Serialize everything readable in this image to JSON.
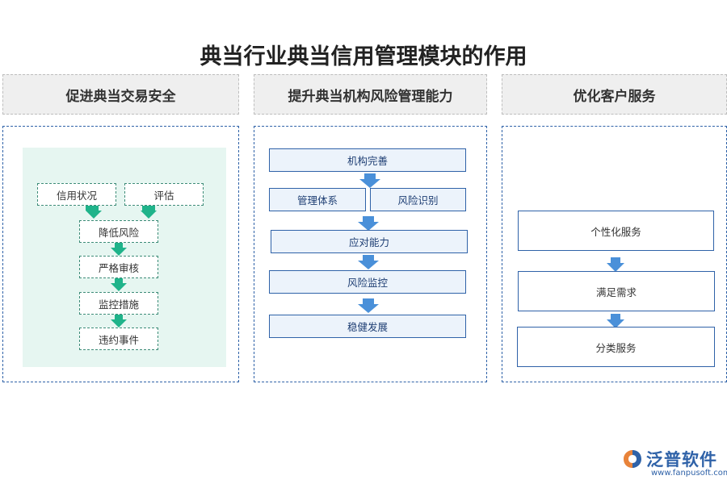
{
  "title": "典当行业典当信用管理模块的作用",
  "columns": [
    {
      "heading": "促进典当交易安全",
      "top_boxes": [
        "信用状况",
        "评估"
      ],
      "chain": [
        "降低风险",
        "严格审核",
        "监控措施",
        "违约事件"
      ]
    },
    {
      "heading": "提升典当机构风险管理能力",
      "first": "机构完善",
      "pair": [
        "管理体系",
        "风险识别"
      ],
      "chain": [
        "应对能力",
        "风险监控",
        "稳健发展"
      ]
    },
    {
      "heading": "优化客户服务",
      "chain": [
        "个性化服务",
        "满足需求",
        "分类服务"
      ]
    }
  ],
  "logo": {
    "name": "泛普软件",
    "url": "www.fanpusoft.com"
  },
  "colors": {
    "arrow_green": "#1fb38a",
    "arrow_blue": "#4a90d9",
    "border_blue": "#2f62a8"
  }
}
